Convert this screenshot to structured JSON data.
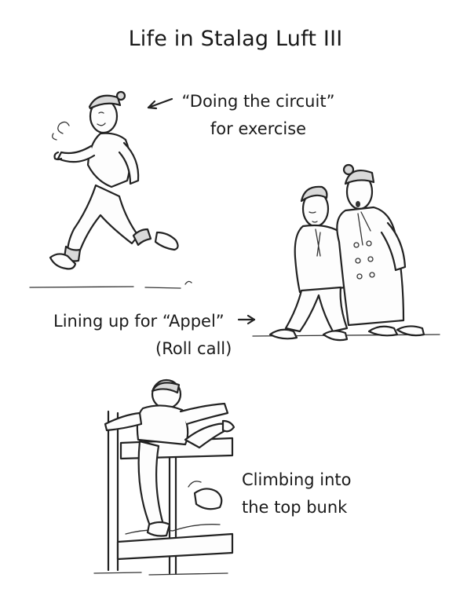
{
  "page": {
    "title": "Life in Stalag Luft III"
  },
  "captions": {
    "circuit_line1": "“Doing the circuit”",
    "circuit_line2": "for exercise",
    "appel_line1": "Lining up for “Appel”",
    "appel_line2": "(Roll call)",
    "bunk_line1": "Climbing into",
    "bunk_line2": "the top bunk"
  },
  "icons": {
    "arrow_left": "arrow-left-icon",
    "arrow_right": "arrow-right-icon"
  }
}
